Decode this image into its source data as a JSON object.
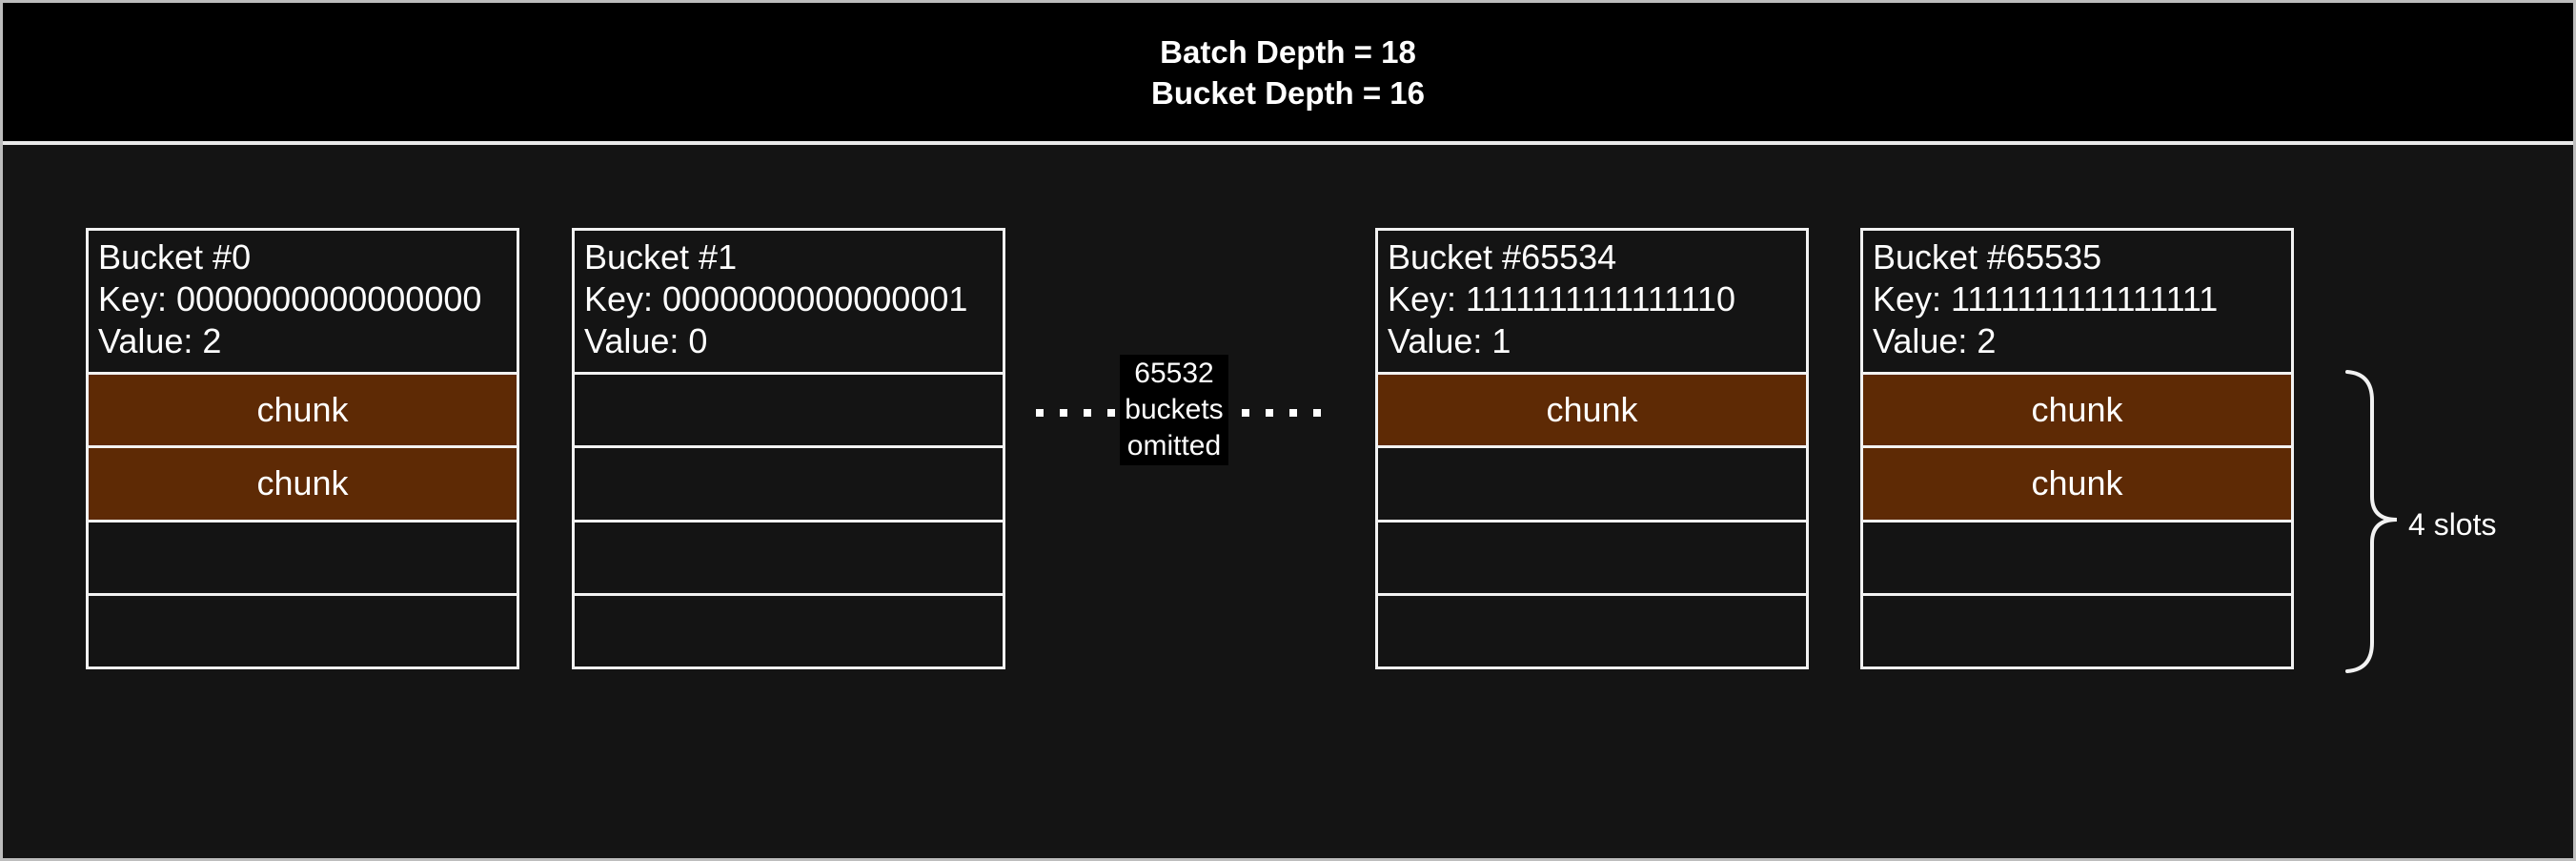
{
  "header": {
    "line1": "Batch Depth = 18",
    "line2": "Bucket Depth = 16"
  },
  "buckets": [
    {
      "title": "Bucket #0",
      "key": "Key: 0000000000000000",
      "value": "Value: 2",
      "slots": [
        {
          "filled": true,
          "label": "chunk"
        },
        {
          "filled": true,
          "label": "chunk"
        },
        {
          "filled": false,
          "label": ""
        },
        {
          "filled": false,
          "label": ""
        }
      ]
    },
    {
      "title": "Bucket #1",
      "key": "Key: 0000000000000001",
      "value": "Value: 0",
      "slots": [
        {
          "filled": false,
          "label": ""
        },
        {
          "filled": false,
          "label": ""
        },
        {
          "filled": false,
          "label": ""
        },
        {
          "filled": false,
          "label": ""
        }
      ]
    },
    {
      "title": "Bucket #65534",
      "key": "Key: 1111111111111110",
      "value": "Value: 1",
      "slots": [
        {
          "filled": true,
          "label": "chunk"
        },
        {
          "filled": false,
          "label": ""
        },
        {
          "filled": false,
          "label": ""
        },
        {
          "filled": false,
          "label": ""
        }
      ]
    },
    {
      "title": "Bucket #65535",
      "key": "Key: 1111111111111111",
      "value": "Value: 2",
      "slots": [
        {
          "filled": true,
          "label": "chunk"
        },
        {
          "filled": true,
          "label": "chunk"
        },
        {
          "filled": false,
          "label": ""
        },
        {
          "filled": false,
          "label": ""
        }
      ]
    }
  ],
  "omitted": {
    "line1": "65532",
    "line2": "buckets",
    "line3": "omitted"
  },
  "annotation": {
    "slots_label": "4 slots"
  },
  "colors": {
    "chunk_fill": "#5e2a05",
    "canvas_bg": "#141414",
    "header_bg": "#000000",
    "box_border": "#f2f2f2",
    "outer_border": "#bdbdbd",
    "text": "#ffffff"
  }
}
